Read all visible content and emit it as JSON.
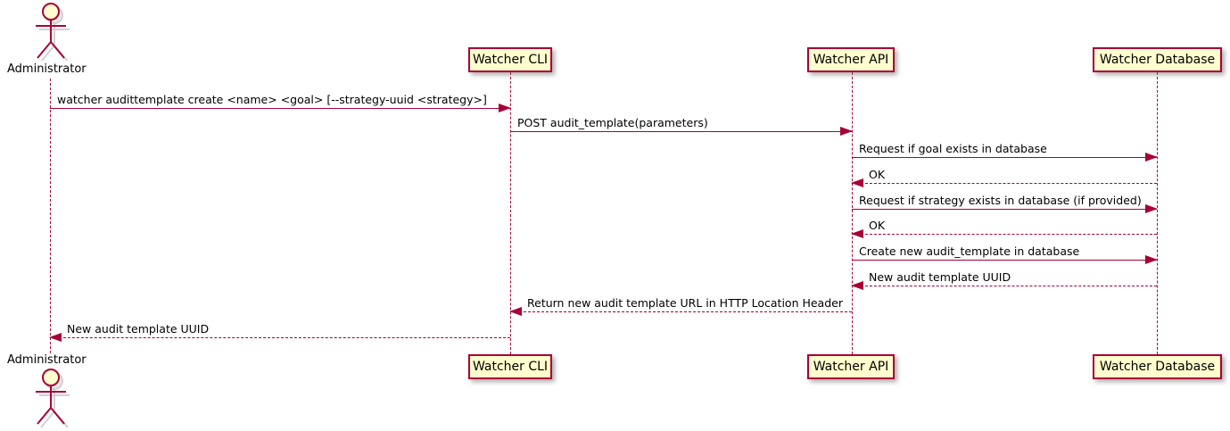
{
  "diagram": {
    "type": "sequence-diagram",
    "colors": {
      "participant_fill": "#FEFECE",
      "line_and_border": "#A80036",
      "text": "#000000",
      "background": "#FFFFFF"
    },
    "participants": [
      {
        "label": "Administrator",
        "type": "actor"
      },
      {
        "label": "Watcher CLI",
        "type": "participant"
      },
      {
        "label": "Watcher API",
        "type": "participant"
      },
      {
        "label": "Watcher Database",
        "type": "participant"
      }
    ],
    "messages": [
      {
        "from": "Administrator",
        "to": "Watcher CLI",
        "style": "solid",
        "text": "watcher audittemplate create <name> <goal> [--strategy-uuid <strategy>]"
      },
      {
        "from": "Watcher CLI",
        "to": "Watcher API",
        "style": "solid",
        "text": "POST audit_template(parameters)"
      },
      {
        "from": "Watcher API",
        "to": "Watcher Database",
        "style": "solid",
        "text": "Request if goal exists in database"
      },
      {
        "from": "Watcher Database",
        "to": "Watcher API",
        "style": "dashed",
        "text": "OK"
      },
      {
        "from": "Watcher API",
        "to": "Watcher Database",
        "style": "solid",
        "text": "Request if strategy exists in database (if provided)"
      },
      {
        "from": "Watcher Database",
        "to": "Watcher API",
        "style": "dashed",
        "text": "OK"
      },
      {
        "from": "Watcher API",
        "to": "Watcher Database",
        "style": "solid",
        "text": "Create new audit_template in database"
      },
      {
        "from": "Watcher Database",
        "to": "Watcher API",
        "style": "dashed",
        "text": "New audit template UUID"
      },
      {
        "from": "Watcher API",
        "to": "Watcher CLI",
        "style": "dashed",
        "text": "Return new audit template URL in HTTP Location Header"
      },
      {
        "from": "Watcher CLI",
        "to": "Administrator",
        "style": "dashed",
        "text": "New audit template UUID"
      }
    ]
  }
}
